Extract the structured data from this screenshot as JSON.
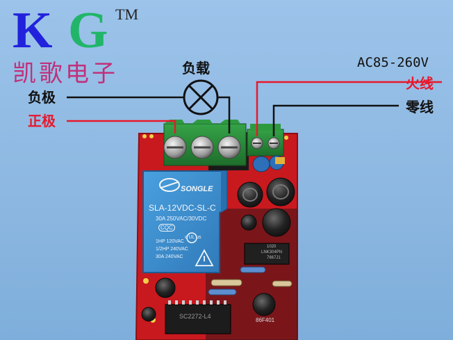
{
  "logo": {
    "letter_k": "K",
    "letter_g": "G",
    "trademark": "TM",
    "company_cn": "凯歌电子"
  },
  "labels": {
    "load": "负载",
    "negative": "负极",
    "positive": "正极",
    "voltage_range": "AC85-260V",
    "live_wire": "火线",
    "neutral_wire": "零线"
  },
  "relay": {
    "brand": "SONGLE",
    "model": "SLA-12VDC-SL-C",
    "rating_line1": "30A  250VAC/30VDC",
    "cert": "CQC",
    "ul": "c UL us",
    "hp_line1": "1HP 120VAC",
    "hp_line2": "1/2HP 240VAC",
    "amp_line": "30A  240VAC"
  },
  "chip_text": {
    "regulator_line1": "1020",
    "regulator_line2": "LNK304PN",
    "regulator_line3": "7667J1",
    "decoder": "SC2272-L4",
    "board_mark": "86F401"
  },
  "colors": {
    "background": "#8fb9e2",
    "pcb": "#c8191f",
    "relay": "#3b8fd0",
    "terminal": "#2a8a3a",
    "wire_black": "#111111",
    "wire_red": "#e8182c",
    "logo_k": "#2222dd",
    "logo_g": "#22b56a",
    "logo_cn": "#c0307a"
  },
  "icons": {
    "lamp": "lamp-load-icon",
    "ul_mark": "ul-mark-icon",
    "warning_triangle": "warning-triangle-icon"
  }
}
